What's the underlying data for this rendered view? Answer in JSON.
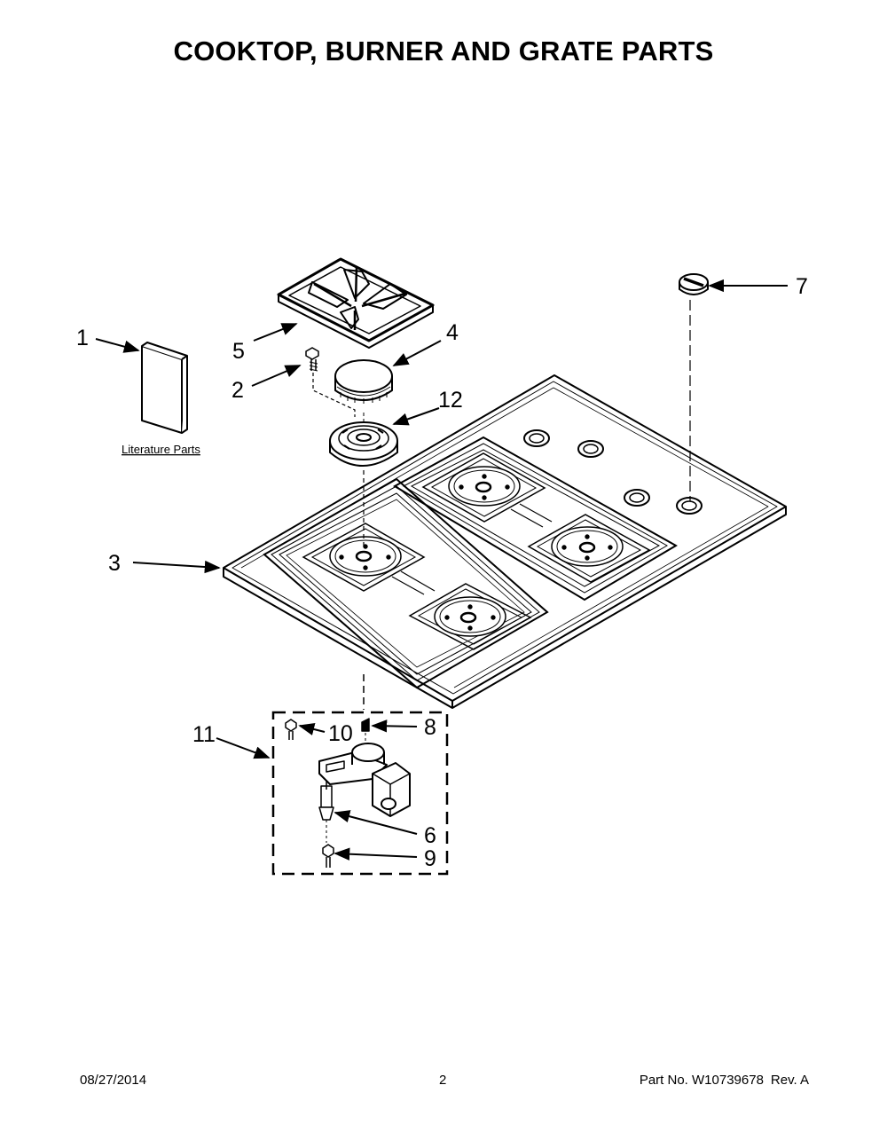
{
  "title": "COOKTOP, BURNER AND GRATE PARTS",
  "callouts": {
    "c1": "1",
    "c2": "2",
    "c3": "3",
    "c4": "4",
    "c5": "5",
    "c6": "6",
    "c7": "7",
    "c8": "8",
    "c9": "9",
    "c10": "10",
    "c11": "11",
    "c12": "12"
  },
  "literature_label": "Literature Parts",
  "footer": {
    "date": "08/27/2014",
    "page": "2",
    "part_no": "Part No.  W10739678",
    "rev": "Rev.  A"
  },
  "colors": {
    "line": "#000000",
    "background": "#ffffff"
  }
}
